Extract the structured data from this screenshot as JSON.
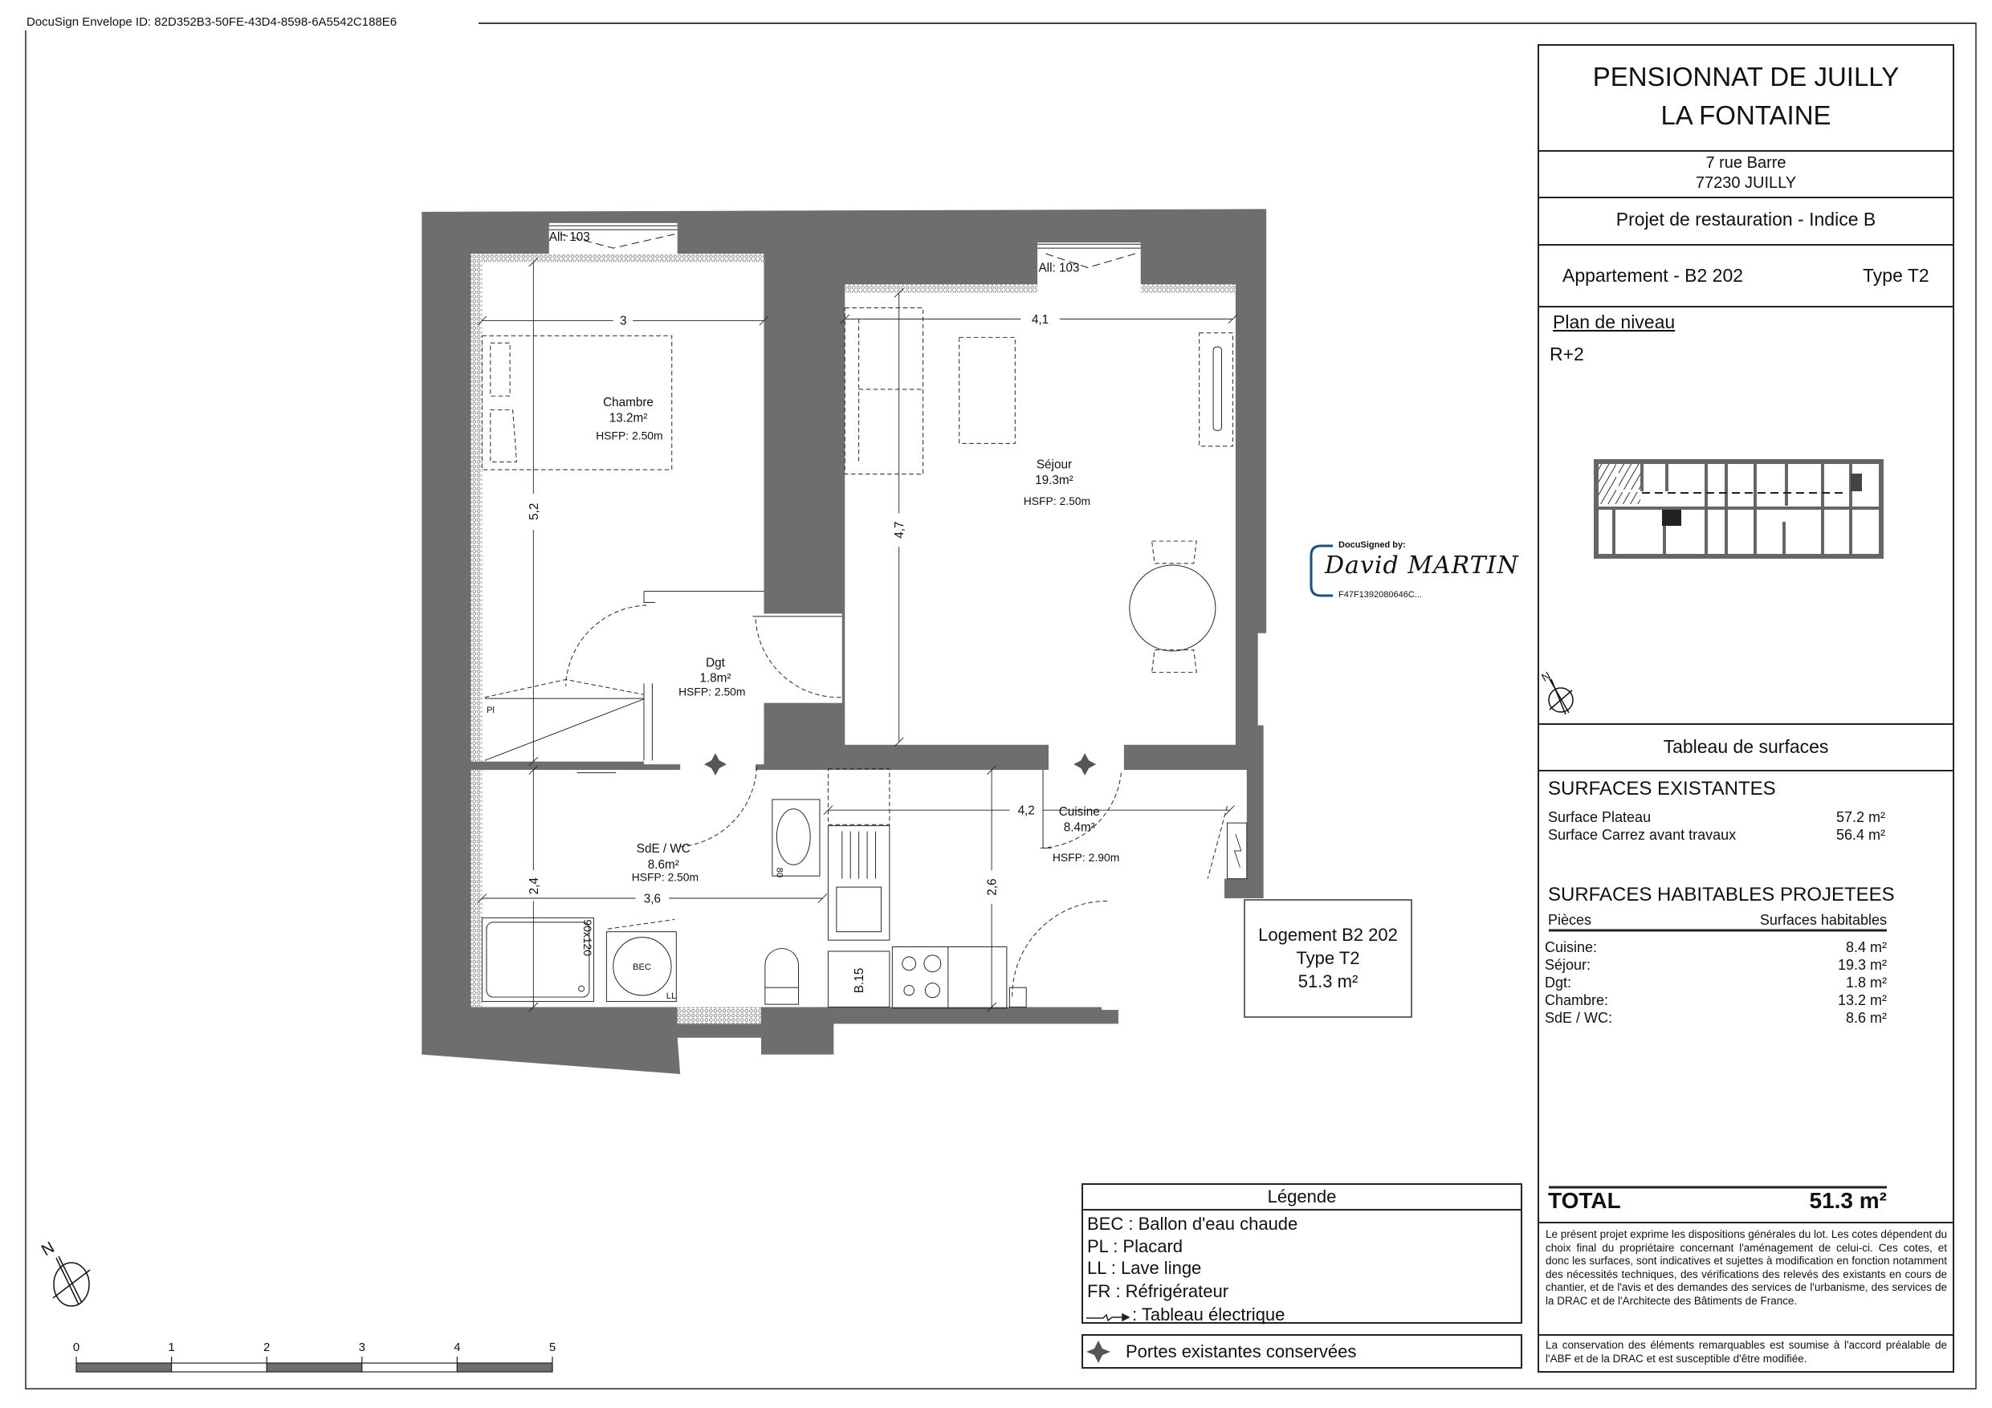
{
  "envelope_id": "DocuSign Envelope ID: 82D352B3-50FE-43D4-8598-6A5542C188E6",
  "title_block": {
    "title_line1": "PENSIONNAT DE JUILLY",
    "title_line2": "LA FONTAINE",
    "address_line1": "7 rue Barre",
    "address_line2": "77230 JUILLY",
    "project": "Projet de restauration - Indice B",
    "apartment": "Appartement - B2 202",
    "type": "Type T2",
    "plan_label": "Plan de niveau",
    "level": "R+2",
    "surfaces_table_title": "Tableau de surfaces"
  },
  "surfaces_existantes": {
    "heading": "SURFACES EXISTANTES",
    "rows": [
      {
        "label": "Surface Plateau",
        "value": "57.2 m²"
      },
      {
        "label": "Surface Carrez avant travaux",
        "value": "56.4 m²"
      }
    ]
  },
  "surfaces_projetees": {
    "heading": "SURFACES HABITABLES PROJETEES",
    "col_rooms": "Pièces",
    "col_surface": "Surfaces habitables",
    "rows": [
      {
        "label": "Cuisine:",
        "value": "8.4 m²"
      },
      {
        "label": "Séjour:",
        "value": "19.3 m²"
      },
      {
        "label": "Dgt:",
        "value": "1.8 m²"
      },
      {
        "label": "Chambre:",
        "value": "13.2 m²"
      },
      {
        "label": "SdE / WC:",
        "value": "8.6 m²"
      }
    ]
  },
  "total": {
    "label": "TOTAL",
    "value": "51.3 m²"
  },
  "disclaimer": "Le présent projet exprime les dispositions générales du lot. Les cotes dépendent du choix final du propriétaire concernant l'aménagement de celui-ci. Ces cotes, et donc les surfaces, sont indicatives et sujettes à modification en fonction notamment des nécessités techniques, des vérifications des relevés des existants en cours de chantier, et de l'avis et des demandes des services de l'urbanisme, des services de la DRAC et de l'Architecte des Bâtiments de France.",
  "conservation_note": "La conservation des éléments remarquables est soumise à l'accord préalable de l'ABF et de la DRAC et est susceptible d'être modifiée.",
  "legend": {
    "title": "Légende",
    "items": [
      "BEC : Ballon d'eau chaude",
      "PL : Placard",
      "LL : Lave linge",
      "FR : Réfrigérateur",
      ": Tableau électrique"
    ],
    "doors": "Portes existantes conservées"
  },
  "logement": {
    "line1": "Logement B2 202",
    "line2": "Type T2",
    "line3": "51.3 m²"
  },
  "signature": {
    "by": "DocuSigned by:",
    "name": "David MARTIN",
    "id": "F47F1392080646C..."
  },
  "plan": {
    "rooms": {
      "chambre": {
        "name": "Chambre",
        "area": "13.2m²",
        "hsfp": "HSFP: 2.50m"
      },
      "sejour": {
        "name": "Séjour",
        "area": "19.3m²",
        "hsfp": "HSFP: 2.50m"
      },
      "dgt": {
        "name": "Dgt",
        "area": "1.8m²",
        "hsfp": "HSFP: 2.50m"
      },
      "sde": {
        "name": "SdE / WC",
        "area": "8.6m²",
        "hsfp": "HSFP: 2.50m"
      },
      "cuisine": {
        "name": "Cuisine",
        "area": "8.4m²",
        "hsfp": "HSFP: 2.90m"
      }
    },
    "dimensions": {
      "chambre_w": "3",
      "sejour_w": "4,1",
      "chambre_h": "5,2",
      "sejour_h": "4,7",
      "sde_h": "2,4",
      "sde_w": "3,6",
      "cuisine_w": "4,2",
      "cuisine_h": "2,6"
    },
    "labels": {
      "window1": "All: 103",
      "window2": "All: 103",
      "placard": "Pl",
      "sink": "80",
      "shower": "90x120",
      "bec": "BEC",
      "ll": "LL",
      "b15": "B.15"
    }
  },
  "scale_bar": {
    "ticks": [
      "0",
      "1",
      "2",
      "3",
      "4",
      "5"
    ]
  },
  "colors": {
    "wall": "#6e6e6e",
    "line": "#111111",
    "signature_bracket": "#1f4e79"
  }
}
